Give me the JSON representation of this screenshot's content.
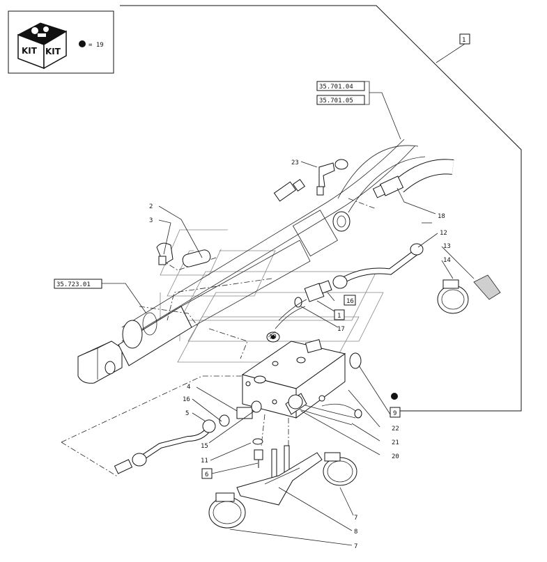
{
  "kit": {
    "label_left": "KIT",
    "label_right": "KIT",
    "legend_text": "= 19"
  },
  "references": {
    "assembly_ref": "1",
    "hose_ref_1": "35.701.04",
    "hose_ref_2": "35.701.05",
    "cylinder_ref": "35.723.01",
    "boxed_16": "16",
    "boxed_1": "1",
    "boxed_9": "9",
    "boxed_6": "6"
  },
  "callouts": {
    "n23": "23",
    "n2": "2",
    "n3": "3",
    "n18": "18",
    "n12": "12",
    "n13": "13",
    "n14": "14",
    "n17": "17",
    "n10": "10",
    "n4": "4",
    "n16": "16",
    "n5": "5",
    "n15": "15",
    "n11": "11",
    "n22": "22",
    "n21": "21",
    "n20": "20",
    "n7a": "7",
    "n8": "8",
    "n7b": "7"
  }
}
